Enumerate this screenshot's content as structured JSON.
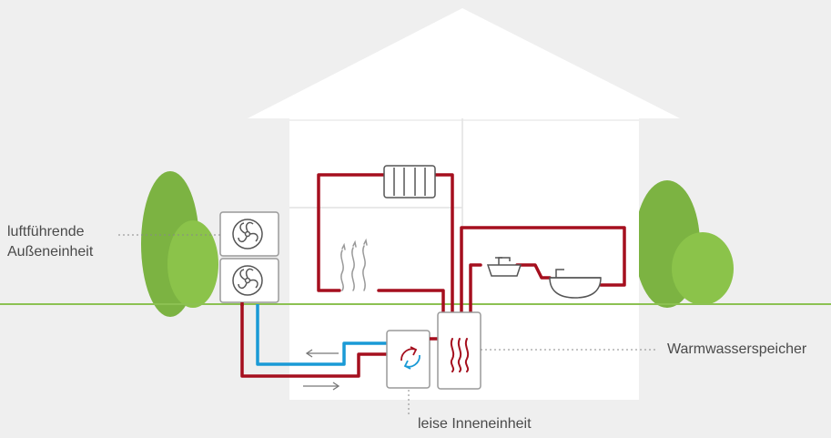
{
  "labels": {
    "outdoor_unit_line1": "luftführende",
    "outdoor_unit_line2": "Außeneinheit",
    "indoor_unit": "leise Inneneinheit",
    "hot_water_tank": "Warmwasserspeicher"
  },
  "colors": {
    "background": "#efefef",
    "house": "#ffffff",
    "ground_line": "#8cc152",
    "tree": "#7cb342",
    "tree_light": "#8bc34a",
    "supply_pipe": "#a50f1e",
    "return_pipe": "#1a9ad6",
    "icon_stroke": "#555555",
    "outline": "#9a9a9a"
  },
  "icons": [
    "fan-icon",
    "radiator-icon",
    "heat-waves-icon",
    "sink-icon",
    "bathtub-icon",
    "circulation-icon",
    "arrow-left-icon",
    "arrow-right-icon"
  ]
}
